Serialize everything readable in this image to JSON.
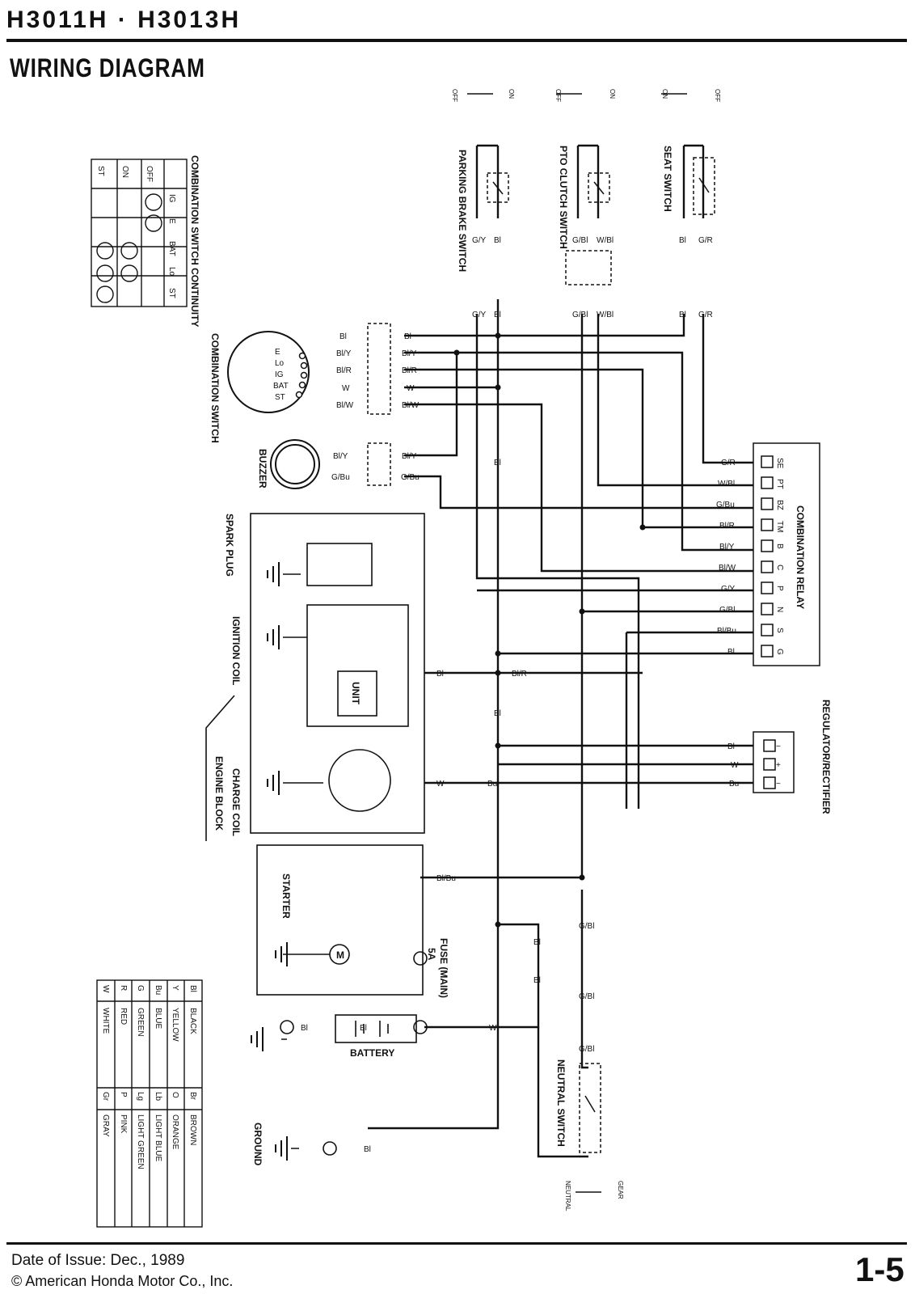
{
  "header": {
    "model": "H3011H · H3013H",
    "title": "WIRING DIAGRAM"
  },
  "footer": {
    "date_of_issue": "Date of Issue:  Dec., 1989",
    "copyright": "© American Honda Motor Co., Inc.",
    "page": "1-5"
  },
  "components": {
    "parking_brake_switch": "PARKING BRAKE SWITCH",
    "pto_clutch_switch": "PTO CLUTCH SWITCH",
    "seat_switch": "SEAT SWITCH",
    "combination_switch": "COMBINATION SWITCH",
    "combination_switch_continuity": "COMBINATION SWITCH CONTINUITY",
    "buzzer": "BUZZER",
    "spark_plug": "SPARK PLUG",
    "ignition_coil": "IGNITION COIL",
    "unit": "UNIT",
    "charge_coil": "CHARGE COIL",
    "engine_block": "ENGINE BLOCK",
    "starter": "STARTER",
    "fuse": "FUSE (MAIN)",
    "fuse_rating": "5A",
    "battery": "BATTERY",
    "ground": "GROUND",
    "neutral_switch": "NEUTRAL SWITCH",
    "combination_relay": "COMBINATION RELAY",
    "regulator_rectifier": "REGULATOR/RECTIFIER",
    "motor_symbol": "M"
  },
  "switch_positions": {
    "parking": [
      "OFF",
      "ON"
    ],
    "pto": [
      "OFF",
      "ON"
    ],
    "seat": [
      "ON",
      "OFF"
    ],
    "neutral": [
      "NEUTRAL",
      "GEAR"
    ]
  },
  "continuity_table": {
    "columns": [
      "IG",
      "E",
      "BAT",
      "Lo",
      "ST"
    ],
    "rows": [
      "OFF",
      "ON",
      "ST"
    ]
  },
  "combination_switch_terminals": [
    "E",
    "Lo",
    "IG",
    "BAT",
    "ST"
  ],
  "relay_terminals": [
    {
      "code": "SE",
      "wire": "G/R"
    },
    {
      "code": "PT",
      "wire": "W/Bl"
    },
    {
      "code": "BZ",
      "wire": "G/Bu"
    },
    {
      "code": "TM",
      "wire": "Bl/R"
    },
    {
      "code": "B",
      "wire": "Bl/Y"
    },
    {
      "code": "C",
      "wire": "Bl/W"
    },
    {
      "code": "P",
      "wire": "G/Y"
    },
    {
      "code": "N",
      "wire": "G/Bl"
    },
    {
      "code": "S",
      "wire": "Bl/Bu"
    },
    {
      "code": "G",
      "wire": "Bl"
    }
  ],
  "regulator_terminals": [
    {
      "symbol": "−",
      "wire": "Bl"
    },
    {
      "symbol": "+",
      "wire": "W"
    },
    {
      "symbol": "~",
      "wire": "Bu"
    }
  ],
  "wire_labels": {
    "bl": "Bl",
    "bl_y": "Bl/Y",
    "bl_r": "Bl/R",
    "w": "W",
    "bl_w": "Bl/W",
    "g_bu": "G/Bu",
    "g_y": "G/Y",
    "w_bl": "W/Bl",
    "g_bl": "G/Bl",
    "g_r": "G/R",
    "bl_bu": "Bl/Bu",
    "bu": "Bu"
  },
  "color_code_table": [
    {
      "code": "Bl",
      "color": "BLACK",
      "code2": "Br",
      "color2": "BROWN"
    },
    {
      "code": "Y",
      "color": "YELLOW",
      "code2": "O",
      "color2": "ORANGE"
    },
    {
      "code": "Bu",
      "color": "BLUE",
      "code2": "Lb",
      "color2": "LIGHT BLUE"
    },
    {
      "code": "G",
      "color": "GREEN",
      "code2": "Lg",
      "color2": "LIGHT GREEN"
    },
    {
      "code": "R",
      "color": "RED",
      "code2": "P",
      "color2": "PINK"
    },
    {
      "code": "W",
      "color": "WHITE",
      "code2": "Gr",
      "color2": "GRAY"
    }
  ]
}
